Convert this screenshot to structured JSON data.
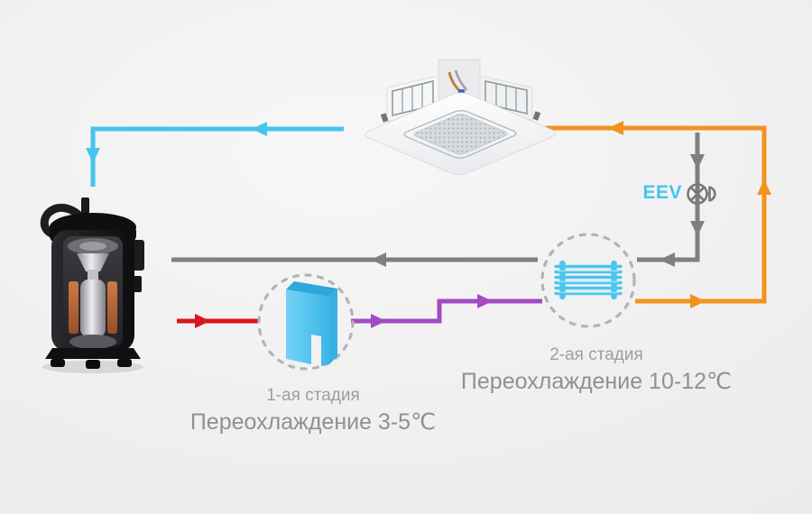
{
  "colors": {
    "cyan": "#45C4EC",
    "orange": "#F2921F",
    "gray": "#7E7F81",
    "red": "#D9151D",
    "purple": "#A24BC2",
    "dash": "#B3B3B3",
    "hx": "#4CC5F0",
    "hx_dark": "#2EA7D9",
    "valve": "#77787A",
    "text_small": "#9C9EA0",
    "text_big": "#8E9092",
    "bg_a": "#F7F7F7",
    "bg_b": "#EAEAEB"
  },
  "eev": {
    "label": "EEV"
  },
  "stage1": {
    "title": "1-ая стадия",
    "subtitle": "Переохлаждение 3-5℃"
  },
  "stage2": {
    "title": "2-ая стадия",
    "subtitle": "Переохлаждение 10-12℃"
  },
  "icons": {
    "compressor": "compressor-cutaway",
    "indoor_unit": "ceiling-cassette-indoor-unit",
    "stage1_icon": "plate-heat-exchanger",
    "stage2_icon": "tube-heat-exchanger",
    "eev_valve": "expansion-valve"
  }
}
